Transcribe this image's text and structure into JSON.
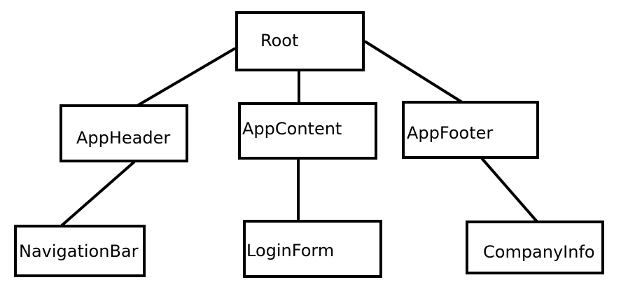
{
  "diagram": {
    "nodes": {
      "root": "Root",
      "app_header": "AppHeader",
      "app_content": "AppContent",
      "app_footer": "AppFooter",
      "navigation_bar": "NavigationBar",
      "login_form": "LoginForm",
      "company_info": "CompanyInfo"
    },
    "edges": [
      [
        "Root",
        "AppHeader"
      ],
      [
        "Root",
        "AppContent"
      ],
      [
        "Root",
        "AppFooter"
      ],
      [
        "AppHeader",
        "NavigationBar"
      ],
      [
        "AppContent",
        "LoginForm"
      ],
      [
        "AppFooter",
        "CompanyInfo"
      ]
    ],
    "colors": {
      "stroke": "#000000",
      "background": "#ffffff"
    }
  }
}
